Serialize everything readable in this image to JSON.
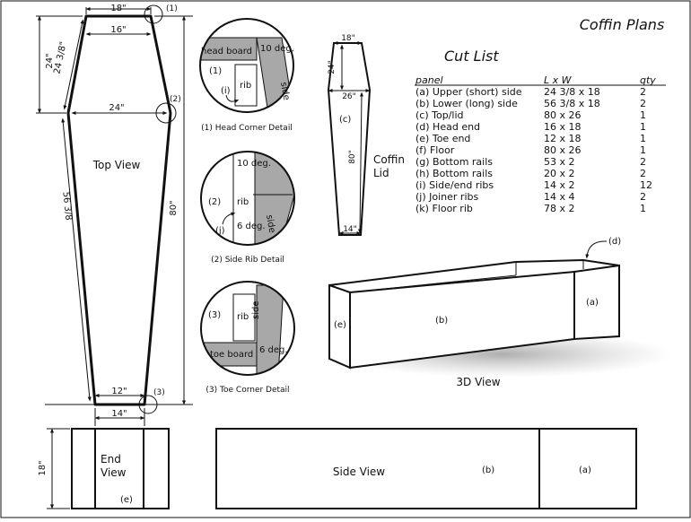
{
  "title": "Coffin Plans",
  "cut_list": {
    "heading": "Cut List",
    "columns": [
      "panel",
      "L x W",
      "qty"
    ],
    "rows": [
      [
        "(a) Upper (short) side",
        "24 3/8 x 18",
        "2"
      ],
      [
        "(b) Lower (long) side",
        "56 3/8 x 18",
        "2"
      ],
      [
        "(c) Top/lid",
        "80 x 26",
        "1"
      ],
      [
        "(d) Head end",
        "16 x 18",
        "1"
      ],
      [
        "(e) Toe end",
        "12 x 18",
        "1"
      ],
      [
        "(f) Floor",
        "80 x 26",
        "1"
      ],
      [
        "(g) Bottom rails",
        "53 x 2",
        "2"
      ],
      [
        "(h) Bottom rails",
        "20 x 2",
        "2"
      ],
      [
        "(i) Side/end ribs",
        "14 x 2",
        "12"
      ],
      [
        "(j) Joiner ribs",
        "14 x 4",
        "2"
      ],
      [
        "(k) Floor rib",
        "78 x 2",
        "1"
      ]
    ]
  },
  "top_view": {
    "label": "Top View",
    "dim_head": "18\"",
    "dim_head_inner": "16\"",
    "dim_shoulder": "24\"",
    "dim_upper_h": "24\"",
    "dim_upper_side": "24 3/8\"",
    "dim_lower_side": "56 3/8",
    "dim_length": "80\"",
    "dim_toe_inner": "12\"",
    "dim_toe": "14\"",
    "callout_1": "(1)",
    "callout_2": "(2)",
    "callout_3": "(3)"
  },
  "details": {
    "head": {
      "caption": "(1) Head Corner Detail",
      "board": "head board",
      "angle": "10 deg.",
      "side": "side",
      "rib": "rib",
      "num": "(1)",
      "rib_ref": "(i)"
    },
    "side_rib": {
      "caption": "(2) Side Rib Detail",
      "angle_top": "10 deg.",
      "angle_bottom": "6 deg.",
      "side": "side",
      "rib": "rib",
      "num": "(2)",
      "joiner": "(j)"
    },
    "toe": {
      "caption": "(3) Toe Corner Detail",
      "board": "toe board",
      "angle": "6 deg.",
      "side": "side",
      "rib": "rib",
      "num": "(3)"
    }
  },
  "lid": {
    "label_1": "Coffin",
    "label_2": "Lid",
    "ref": "(c)",
    "dim_top": "18\"",
    "dim_upper": "24\"",
    "dim_width": "26\"",
    "dim_length": "80\"",
    "dim_toe": "14\""
  },
  "view_3d": {
    "label": "3D View",
    "a": "(a)",
    "b": "(b)",
    "d": "(d)",
    "e": "(e)"
  },
  "end_view": {
    "label_1": "End",
    "label_2": "View",
    "ref": "(e)",
    "dim_height": "18\""
  },
  "side_view": {
    "label": "Side View",
    "b": "(b)",
    "a": "(a)"
  }
}
